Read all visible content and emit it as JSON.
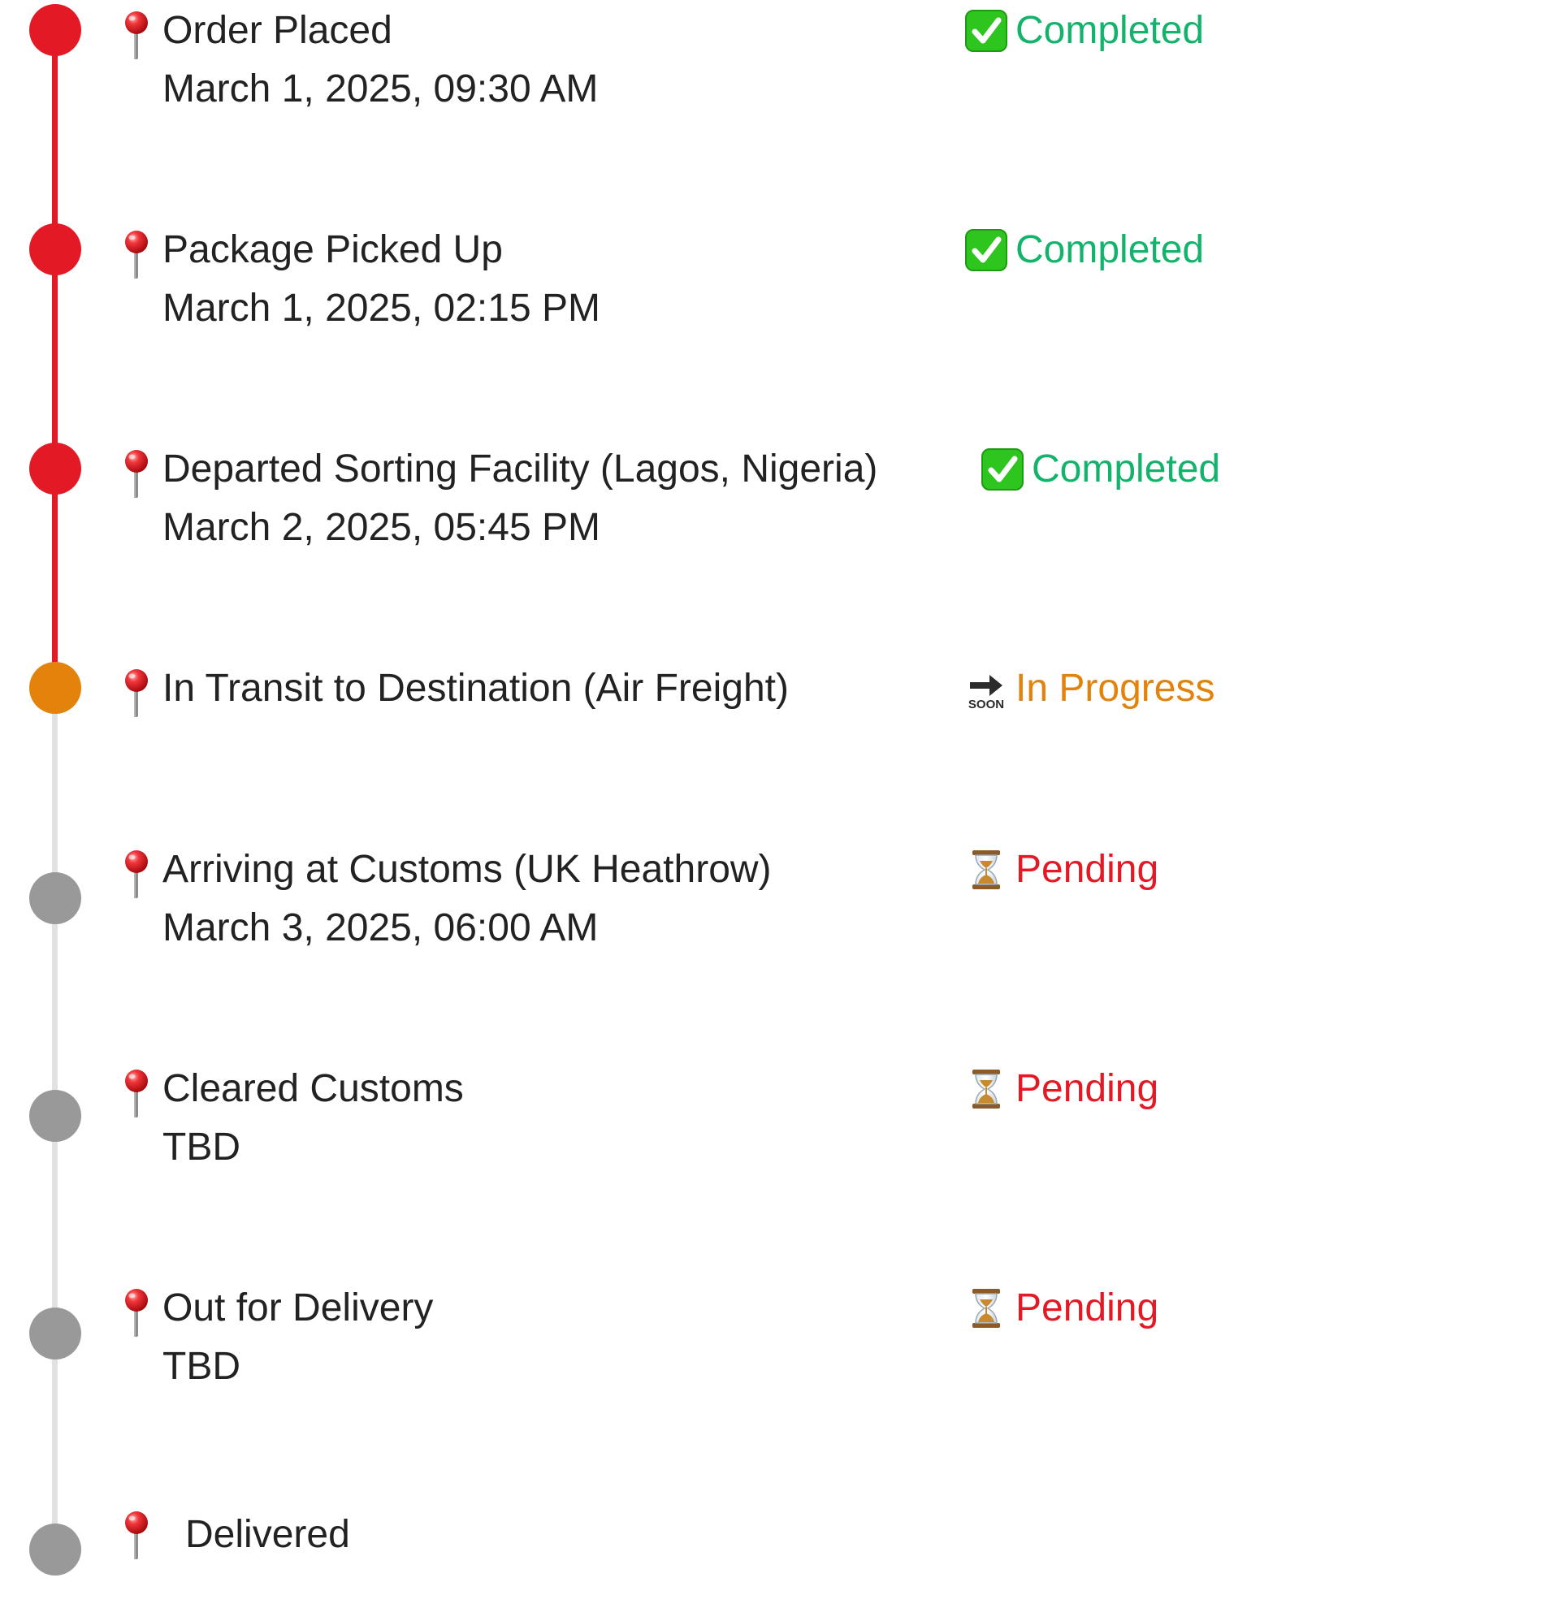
{
  "colors": {
    "completed": "#12b36a",
    "in_progress": "#e3830c",
    "pending": "#e31a25",
    "dot_completed": "#e31a25",
    "dot_pending": "#999999",
    "line_completed": "#e31a25",
    "line_pending": "#e2e2e2"
  },
  "steps": [
    {
      "title": "Order Placed",
      "date": "March 1, 2025, 09:30 AM",
      "status": "Completed",
      "status_icon": "check-mark-icon",
      "pin_icon": "pushpin-icon"
    },
    {
      "title": "Package Picked Up",
      "date": "March 1, 2025, 02:15 PM",
      "status": "Completed",
      "status_icon": "check-mark-icon",
      "pin_icon": "pushpin-icon"
    },
    {
      "title": "Departed Sorting Facility (Lagos, Nigeria)",
      "date": "March 2, 2025, 05:45 PM",
      "status": "Completed",
      "status_icon": "check-mark-icon",
      "pin_icon": "pushpin-icon"
    },
    {
      "title": "In Transit to Destination (Air Freight)",
      "status": "In Progress",
      "status_icon": "soon-arrow-icon",
      "pin_icon": "pushpin-icon"
    },
    {
      "title": "Arriving at Customs (UK Heathrow)",
      "date": "March 3, 2025, 06:00 AM",
      "status": "Pending",
      "status_icon": "hourglass-icon",
      "pin_icon": "pushpin-icon"
    },
    {
      "title": "Cleared Customs",
      "date": "TBD",
      "status": "Pending",
      "status_icon": "hourglass-icon",
      "pin_icon": "pushpin-icon"
    },
    {
      "title": "Out for Delivery",
      "date": "TBD",
      "status": "Pending",
      "status_icon": "hourglass-icon",
      "pin_icon": "pushpin-icon"
    },
    {
      "title": "Delivered",
      "pin_icon": "pushpin-icon"
    }
  ]
}
